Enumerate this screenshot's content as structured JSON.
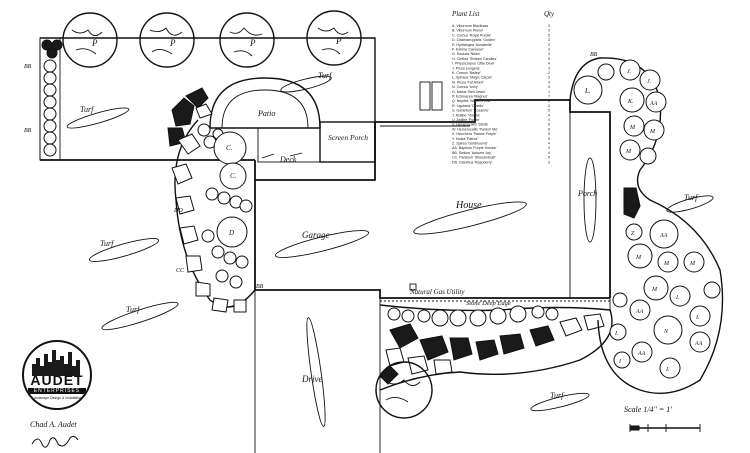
{
  "labels": {
    "patio": "Patio",
    "screen_porch": "Screen Porch",
    "deck": "Deck",
    "house": "House",
    "porch": "Porch",
    "garage": "Garage",
    "drive": "Drive",
    "natural_gas_utility": "Natural Gas Utility",
    "stone_deep_edge": "Stone Deep Edge",
    "turf": "Turf",
    "scale": "Scale 1/4\" = 1'",
    "bb": "BB",
    "cc": "CC",
    "dd": "DD"
  },
  "plant_list": {
    "title": "Plant List",
    "qty_header": "Qty",
    "items": [
      "A. Viburnum Blackhaw",
      "B. Viburnum Prevel",
      "C. Cornus 'Royal Purple'",
      "D. Chamaecyparis 'Golden'",
      "E. Hydrangea 'Annabelle'",
      "F. Kalmia 'Carousel'",
      "G. Deutzia 'Nikko'",
      "H. Clethra 'Sixteen Candles'",
      "I. Physocarpus 'Little Devil'",
      "J. Picea pungens",
      "K. Cornus 'Baileyi'",
      "L. Spiraea 'Magic Carpet'",
      "M. Picea 'Fat Albert'",
      "N. Cornus 'Ivory'",
      "O. Malus 'Red Jewel'",
      "P. Echinacea 'Magnus'",
      "Q. Nepeta 'Walkers Low'",
      "R. Ligularia 'Othello'",
      "S. Geranium 'Rozanne'",
      "T. Astilbe 'Visions'",
      "U. Astilbe 'Purple'",
      "V. Hemerocallis 'Stella'",
      "W. Hemerocallis 'Pardon Me'",
      "X. Heuchera 'Palace Purple'",
      "Y. Hosta 'Patriot'",
      "Z. Spirea 'Goldmound'",
      "AA. Baptisia 'Purple Smoke'",
      "BB. Sedum 'Autumn Joy'",
      "CC. Panicum 'Shenandoah'",
      "DD. Dianthus 'Raspberry'"
    ],
    "qty": [
      "3",
      "3",
      "5",
      "3",
      "2",
      "3",
      "3",
      "5",
      "4",
      "3",
      "2",
      "3",
      "4",
      "5",
      "1",
      "7",
      "6",
      "3",
      "5",
      "4",
      "4",
      "6",
      "6",
      "5",
      "5",
      "4",
      "3",
      "4",
      "5",
      "3"
    ]
  },
  "logo": {
    "name": "AUDET",
    "subtitle": "ENTERPRISES",
    "tagline": "Landscape Design & Installation"
  },
  "designer": {
    "name": "Chad A. Audet"
  }
}
